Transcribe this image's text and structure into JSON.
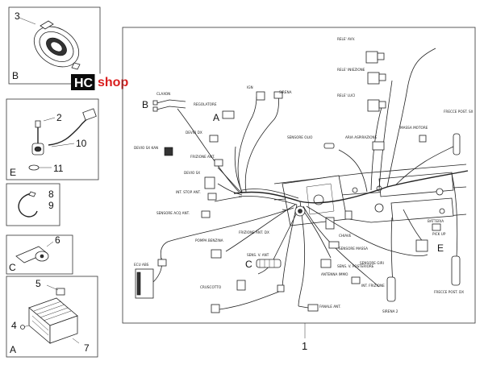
{
  "brand": {
    "hc": "HC",
    "shop": "shop",
    "hc_color": "#0a0a0a",
    "shop_color": "#d91e1e"
  },
  "callouts": {
    "p3": "3",
    "p2": "2",
    "p10": "10",
    "p11": "11",
    "p8": "8",
    "p9": "9",
    "p6": "6",
    "p5": "5",
    "p4": "4",
    "p7": "7",
    "p1": "1"
  },
  "letters": {
    "b_panel": "B",
    "e_panel": "E",
    "c_panel": "C",
    "a_panel": "A",
    "b_main": "B",
    "a_main": "A",
    "c_main": "C",
    "e_main": "E"
  },
  "labels": {
    "claxon": "CLAXON",
    "regolatore": "REGOLATORE",
    "deviok": "DEVIO DX",
    "devio_sx": "DEVIO SX KAN",
    "frizione": "FRIZIONE ANT.",
    "devio_sx2": "DEVIO SX",
    "int_stop": "INT. STOP ANT.",
    "sensore_acq": "SENSORE ACQ ANT.",
    "ecu": "ECU ABS",
    "pompa": "POMPA BENZINA",
    "cruscotto": "CRUSCOTTO",
    "sensori_abs": "SENS. V. ANT",
    "frizione2": "FRIZIONE ANT. DX",
    "antenna": "ANTENNA IMMO",
    "fanale": "FANALE ANT.",
    "int_frizione": "INT. FRIZIONE",
    "sensore_massa": "SENSORE MASSA",
    "chiave": "CHIAVE",
    "sensore_giri": "SENSORE GIRI",
    "ingr": "IGN",
    "sirena": "SIRENA",
    "sensore_olio": "SENSORE OLIO",
    "aria": "ARIA ASPIRAZIONE",
    "rele_ava": "RELE' AVV.",
    "rele_iniezione": "RELE' INIEZIONE",
    "rele_luci": "RELE' LUCI",
    "massa": "MASSA MOTORE",
    "frecce_post_sx": "FRECCE POST. SX",
    "frecce_post_dx": "FRECCE POST. DX",
    "sens_ruota": "SENS. V. POSTERIORE",
    "batteria": "BATTERIA",
    "pick_up": "PICK UP",
    "sirena2": "SIRENA 2"
  }
}
